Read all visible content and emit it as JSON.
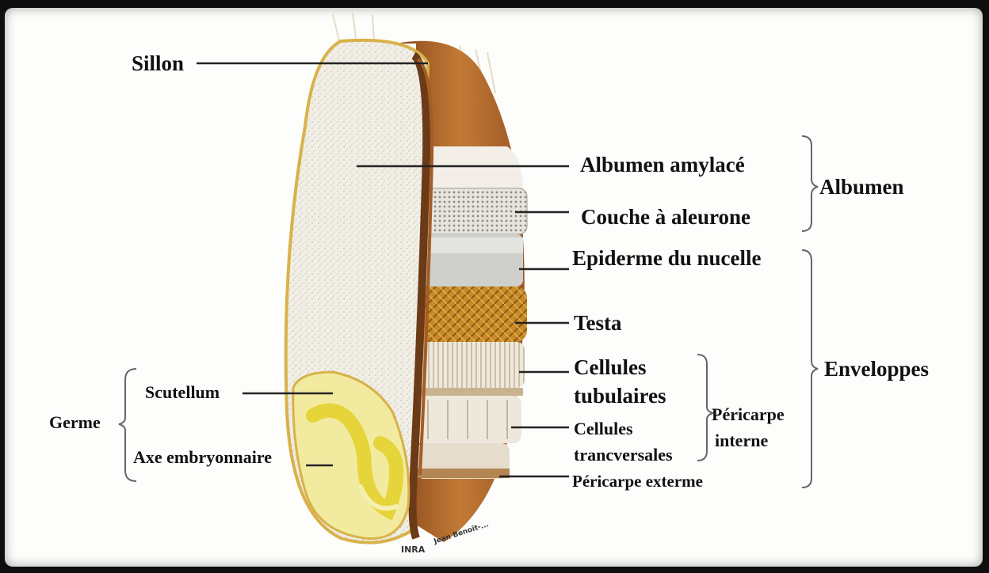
{
  "labels": {
    "sillon": "Sillon",
    "albumen_amylace": "Albumen amylacé",
    "couche_aleurone": "Couche à aleurone",
    "epiderme_nucelle": "Epiderme du nucelle",
    "testa": "Testa",
    "cellules_tubulaires_1": "Cellules",
    "cellules_tubulaires_2": "tubulaires",
    "cellules_transversales_1": "Cellules",
    "cellules_transversales_2": "trancversales",
    "pericarpe_externe": "Péricarpe exterme",
    "pericarpe_interne_1": "Péricarpe",
    "pericarpe_interne_2": "interne",
    "albumen": "Albumen",
    "enveloppes": "Enveloppes",
    "germe": "Germe",
    "scutellum": "Scutellum",
    "axe_embryonnaire": "Axe embryonnaire"
  },
  "credit": {
    "logo": "INRA",
    "text": "Jean Benoît-..."
  },
  "colors": {
    "frame": "#fdfdfb",
    "endosperm": "#f1eee6",
    "crease": "#6b3a17",
    "bran": "#b8682a",
    "aleurone": "#d9d6cf",
    "testa": "#c98a25",
    "germ": "#f2e98c",
    "embryo": "#e5d43a",
    "outline": "#d8b24a"
  }
}
